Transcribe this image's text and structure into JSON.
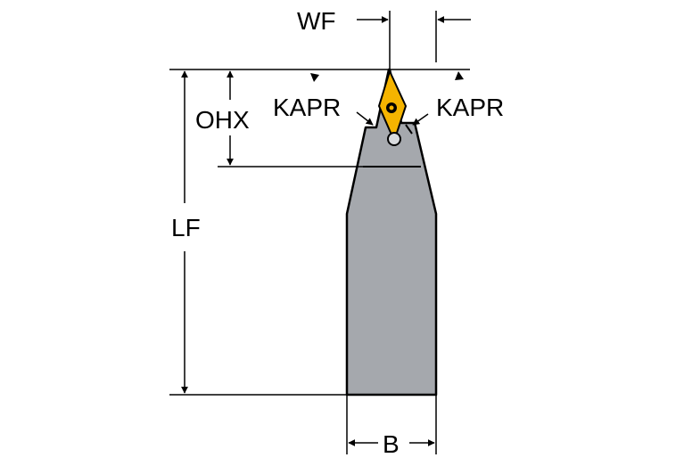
{
  "labels": {
    "wf": "WF",
    "kapr_left": "KAPR",
    "kapr_right": "KAPR",
    "ohx": "OHX",
    "lf": "LF",
    "b": "B"
  },
  "colors": {
    "body": "#a5a8ad",
    "insert": "#f5b400",
    "line": "#000000",
    "background": "#ffffff"
  }
}
